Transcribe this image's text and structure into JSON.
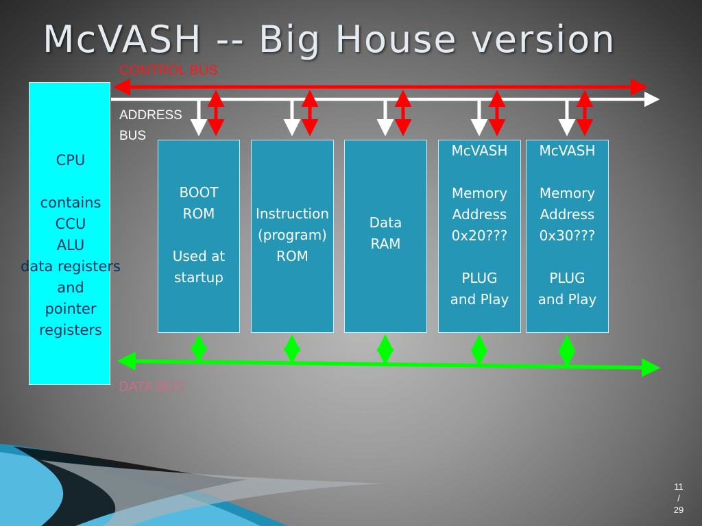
{
  "title": "McVASH -- Big House version",
  "buses": {
    "control": "CONTROL BUS",
    "address_line1": "ADDRESS",
    "address_line2": "BUS",
    "data": "DATA BUS"
  },
  "cpu": {
    "text": "CPU\n\ncontains\nCCU\nALU\ndata registers\nand\npointer registers"
  },
  "blocks": [
    {
      "text": "\nBOOT\nROM\n\nUsed at\nstartup"
    },
    {
      "text": "\n\nInstruction\n(program)\nROM"
    },
    {
      "text": "\n\n\nData\nRAM"
    },
    {
      "text": "McVASH\n\nMemory\nAddress\n0x20???\n\nPLUG\nand Play"
    },
    {
      "text": "McVASH\n\nMemory\nAddress\n0x30???\n\nPLUG\nand Play"
    }
  ],
  "page": {
    "current": "11",
    "sep": "/",
    "total": "29"
  },
  "colors": {
    "control_bus": "#ff0000",
    "address_bus": "#ffffff",
    "data_bus": "#00ff00",
    "cpu": "#00ffff",
    "block": "#2596b6"
  }
}
